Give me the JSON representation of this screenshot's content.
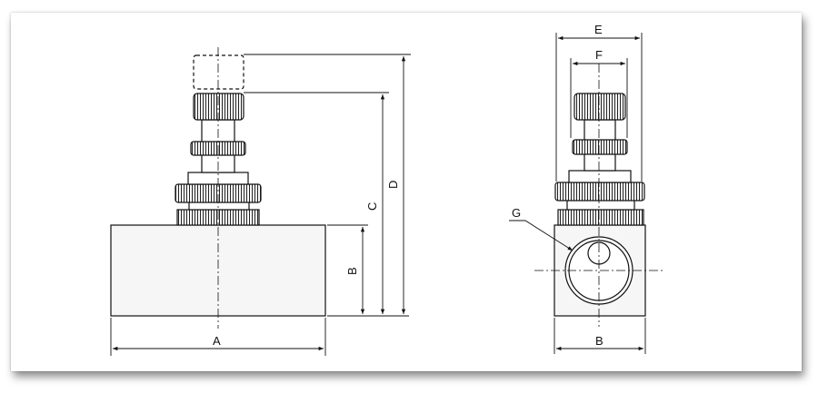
{
  "drawing": {
    "front_view": {
      "dim_width": "A",
      "dim_body_height": "B",
      "dim_knob_top": "C",
      "dim_knob_raised": "D"
    },
    "side_view": {
      "dim_outer_width": "E",
      "dim_inner_width": "F",
      "dim_body_width": "B",
      "port_callout": "G"
    },
    "colors": {
      "line": "#111111",
      "body_fill": "#f4f4f4",
      "shadow": "#555555"
    }
  }
}
